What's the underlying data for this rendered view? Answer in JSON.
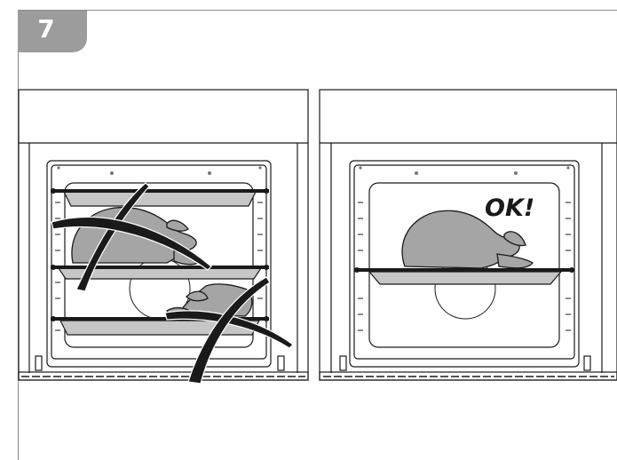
{
  "step": {
    "number": "7"
  },
  "panels": {
    "left": {
      "label": "",
      "outcome": "incorrect"
    },
    "right": {
      "label": "OK!",
      "outcome": "correct"
    }
  },
  "colors": {
    "outline": "#1a1a1a",
    "poultry": "#a5a5a5",
    "tray": "#bfbfbf",
    "cross_mark": "#1a1a1a",
    "step_tab": "#9c9c9c"
  }
}
